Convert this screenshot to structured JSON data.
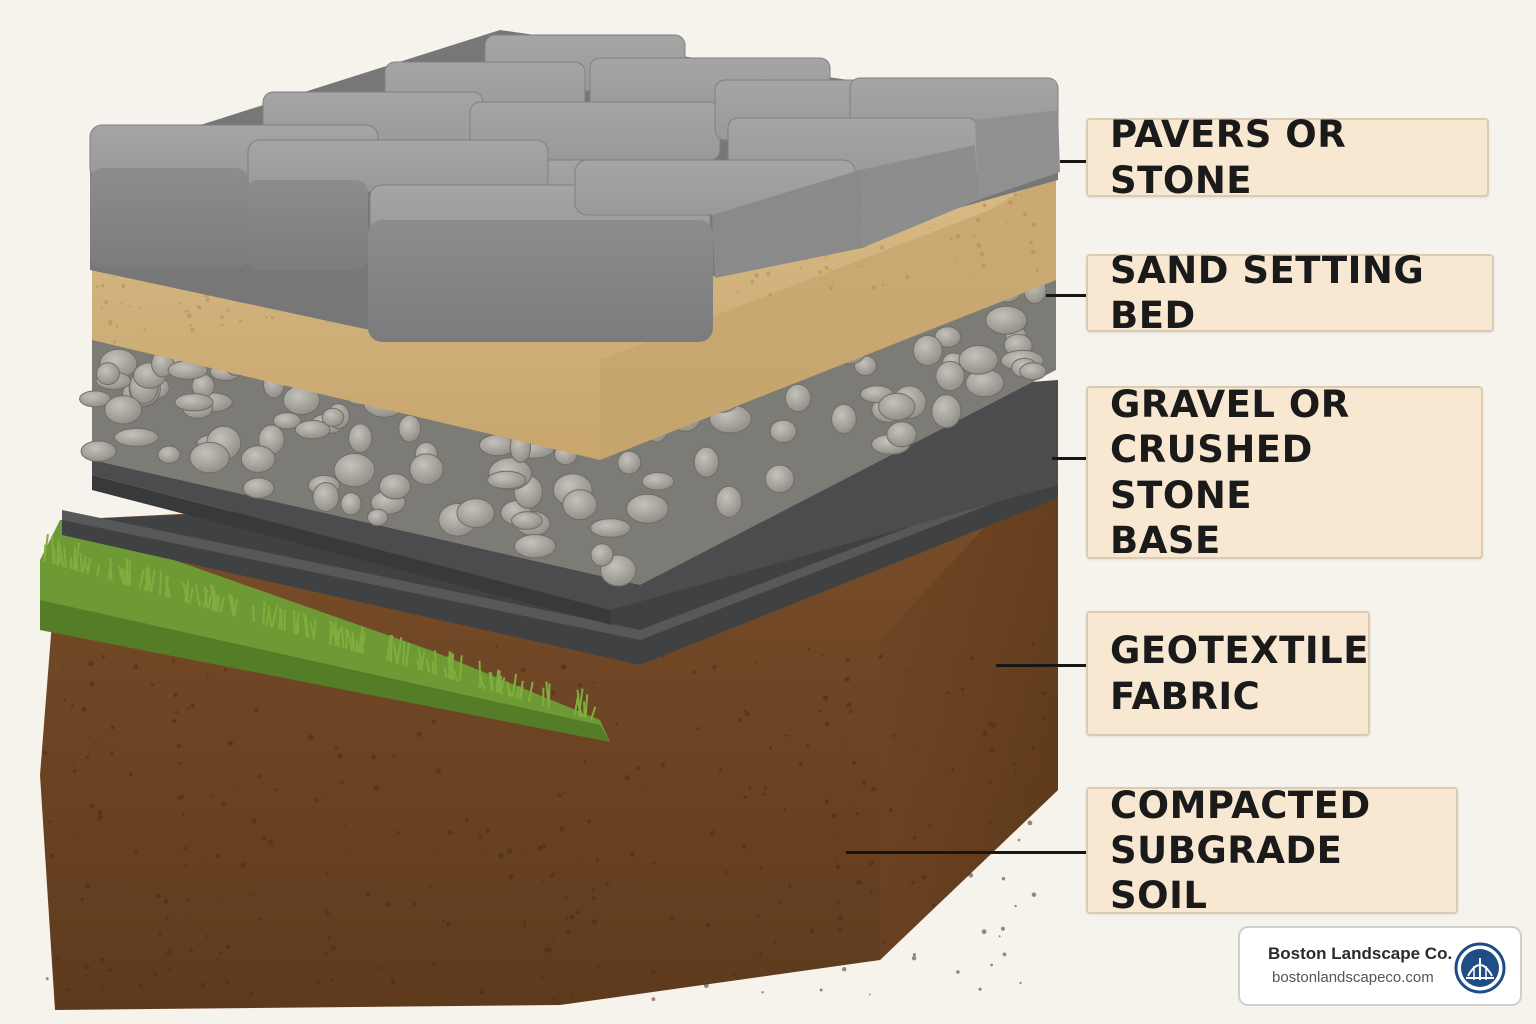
{
  "layers": [
    {
      "id": "pavers",
      "label": "PAVERS OR STONE"
    },
    {
      "id": "sand",
      "label": "SAND SETTING BED"
    },
    {
      "id": "gravel",
      "label": "GRAVEL OR\nCRUSHED STONE\nBASE"
    },
    {
      "id": "geotextile",
      "label": "GEOTEXTILE\nFABRIC"
    },
    {
      "id": "subgrade",
      "label": "COMPACTED\nSUBGRADE SOIL"
    }
  ],
  "brand": {
    "name": "Boston Landscape Co.",
    "url": "bostonlandscapeco.com",
    "logo_icon": "bridge-emblem-icon"
  },
  "colors": {
    "background": "#f6f2ec",
    "label_fill": "#f8e8d2",
    "paver": "#8e8e8e",
    "sand": "#d0b07a",
    "gravel": "#9c9a93",
    "fabric": "#47494b",
    "soil": "#6e4524",
    "grass": "#6e9a35",
    "logo_blue": "#1f4d86"
  }
}
